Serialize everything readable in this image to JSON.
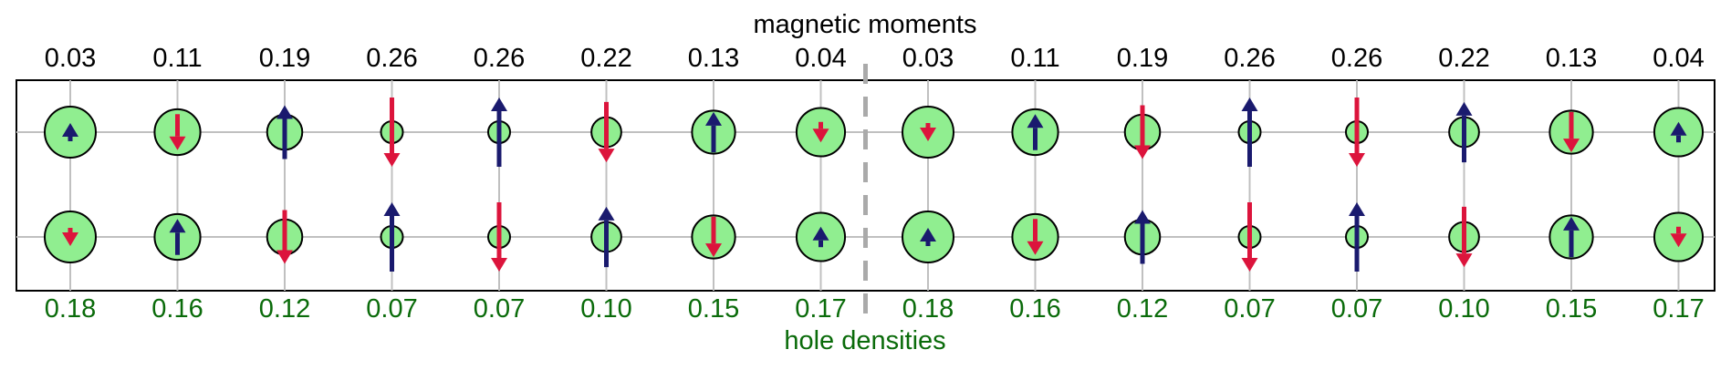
{
  "top_title": "magnetic moments",
  "bottom_title": "hole densities",
  "colors": {
    "up_arrow": "#1a1a6e",
    "down_arrow": "#dc143c",
    "site_fill": "#90ee90",
    "hole_text": "#0a6b0a",
    "grid": "#c0c0c0",
    "divider": "#aaaaaa"
  },
  "magnetic_moments": [
    "0.03",
    "0.11",
    "0.19",
    "0.26",
    "0.26",
    "0.22",
    "0.13",
    "0.04",
    "0.03",
    "0.11",
    "0.19",
    "0.26",
    "0.26",
    "0.22",
    "0.13",
    "0.04"
  ],
  "hole_densities": [
    "0.18",
    "0.16",
    "0.12",
    "0.07",
    "0.07",
    "0.10",
    "0.15",
    "0.17",
    "0.18",
    "0.16",
    "0.12",
    "0.07",
    "0.07",
    "0.10",
    "0.15",
    "0.17"
  ],
  "rows": [
    {
      "spins": [
        "up",
        "down",
        "up",
        "down",
        "up",
        "down",
        "up",
        "down",
        "down",
        "up",
        "down",
        "up",
        "down",
        "up",
        "down",
        "up"
      ]
    },
    {
      "spins": [
        "down",
        "up",
        "down",
        "up",
        "down",
        "up",
        "down",
        "up",
        "up",
        "down",
        "up",
        "down",
        "up",
        "down",
        "up",
        "down"
      ]
    }
  ]
}
